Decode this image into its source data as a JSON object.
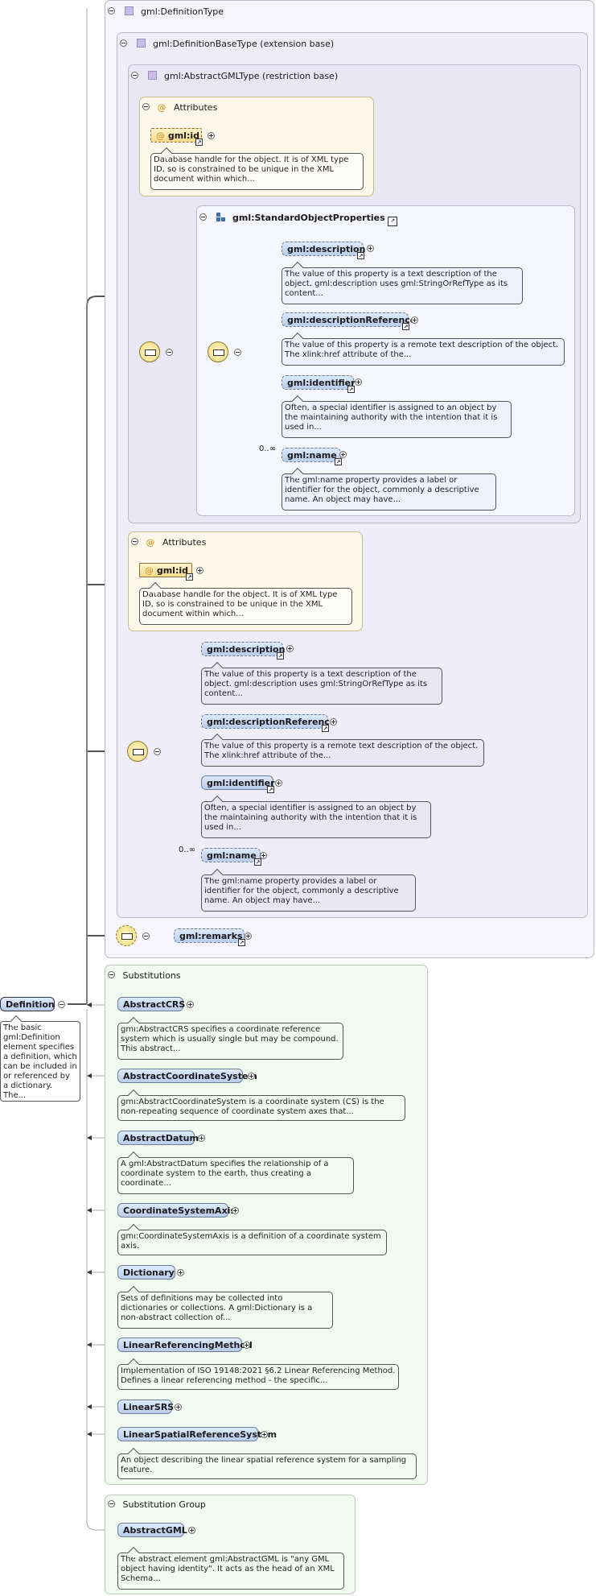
{
  "definition_type": {
    "title": "gml:DefinitionType"
  },
  "definition_base_type": {
    "title": "gml:DefinitionBaseType (extension base)"
  },
  "abstract_gml_type": {
    "title": "gml:AbstractGMLType (restriction base)"
  },
  "attributes_header": "Attributes",
  "gml_id": {
    "label": "gml:id",
    "doc": "Database handle for the object. It is of XML type ID, so is constrained to be unique in the XML document within which..."
  },
  "standard_object_properties": {
    "title": "gml:StandardObjectProperties"
  },
  "props": {
    "description": {
      "label": "gml:description",
      "doc": "The value of this property is a text description of the object. gml:description uses gml:StringOrRefType as its content..."
    },
    "description_reference": {
      "label": "gml:descriptionReference",
      "doc": "The value of this property is a remote text description of the object. The xlink:href attribute of the..."
    },
    "identifier": {
      "label": "gml:identifier",
      "doc": "Often, a special identifier is assigned to an object by the maintaining authority with the intention that it is used in..."
    },
    "name": {
      "label": "gml:name",
      "occurrence": "0..∞",
      "doc": "The gml:name property provides a label or identifier for the object, commonly a descriptive name. An object may have..."
    },
    "name_local": {
      "doc": "The gml:name property provides a label or identifier for the object, commonly a descriptive name. An object may have..."
    }
  },
  "remarks": {
    "label": "gml:remarks"
  },
  "definition": {
    "label": "Definition",
    "doc": "The basic gml:Definition element specifies a definition, which can be included in or referenced by a dictionary. The..."
  },
  "substitutions": {
    "header": "Substitutions",
    "items": [
      {
        "label": "AbstractCRS",
        "doc": "gml:AbstractCRS specifies a coordinate reference system which is usually single but may be compound. This abstract..."
      },
      {
        "label": "AbstractCoordinateSystem",
        "doc": "gml:AbstractCoordinateSystem is a coordinate system (CS) is the non-repeating sequence of coordinate system axes that..."
      },
      {
        "label": "AbstractDatum",
        "doc": "A gml:AbstractDatum specifies the relationship of a coordinate system to the earth, thus creating a coordinate..."
      },
      {
        "label": "CoordinateSystemAxis",
        "doc": "gml:CoordinateSystemAxis is a definition of a coordinate system axis."
      },
      {
        "label": "Dictionary",
        "doc": "Sets of definitions may be collected into dictionaries or collections. A gml:Dictionary is a non-abstract collection of..."
      },
      {
        "label": "LinearReferencingMethod",
        "doc": "Implementation of ISO 19148:2021 §6.2 Linear Referencing Method. Defines a linear referencing method - the specific..."
      },
      {
        "label": "LinearSRS",
        "doc": ""
      },
      {
        "label": "LinearSpatialReferenceSystem",
        "doc": "An object describing the linear spatial reference system for a sampling feature."
      }
    ]
  },
  "substitution_group": {
    "header": "Substitution Group",
    "item": {
      "label": "AbstractGML",
      "doc": "The abstract element gml:AbstractGML is \"any GML object having identity\". It acts as the head of an XML Schema..."
    }
  }
}
